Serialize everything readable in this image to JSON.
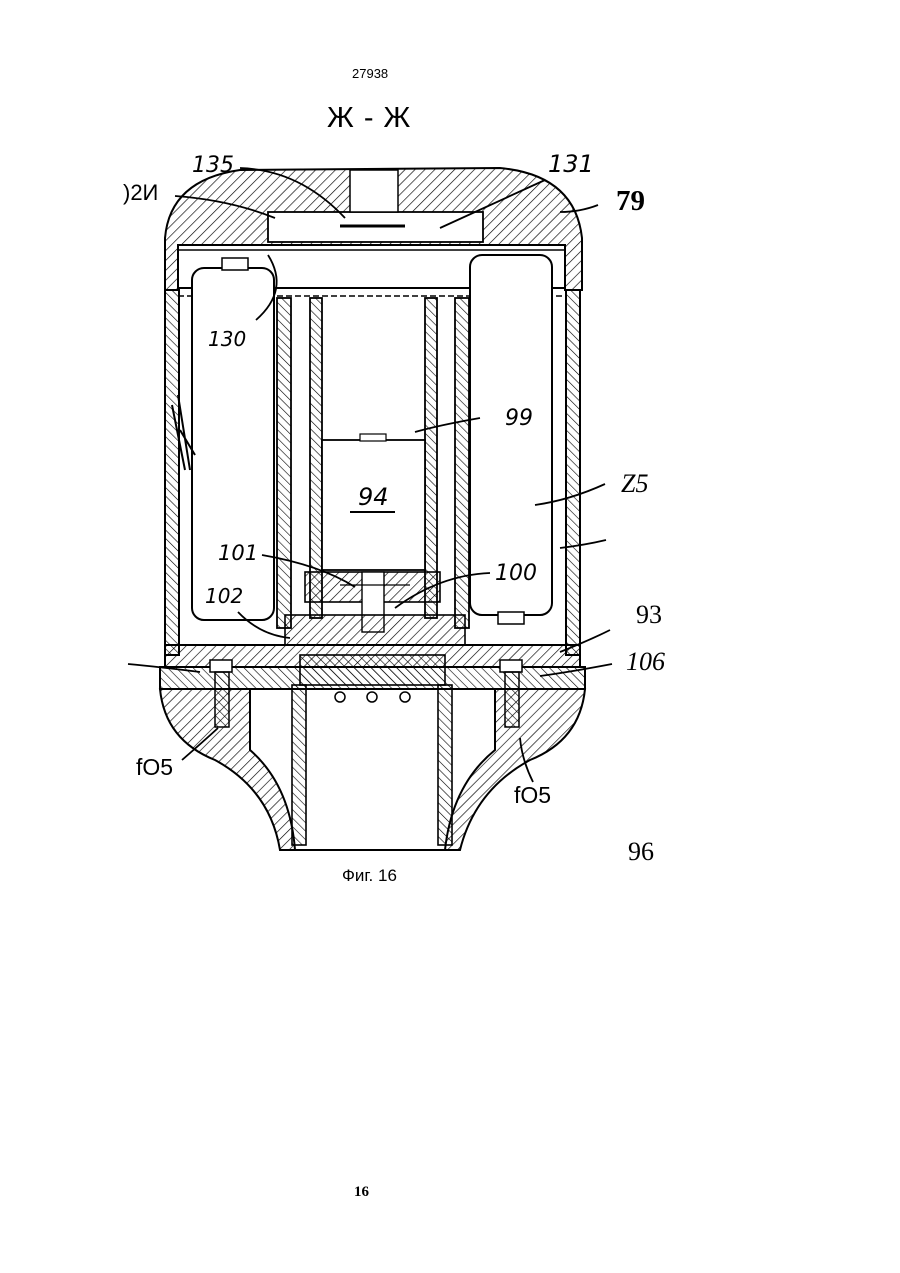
{
  "header": {
    "doc_number": "27938"
  },
  "section": {
    "title": "Ж - Ж"
  },
  "figure": {
    "caption": "Фиг. 16",
    "labels": {
      "l135": "135",
      "l131": "131",
      "l2i": ")2И",
      "l79": "79",
      "l130": "130",
      "l99": "99",
      "l94": "94",
      "lz5": "Z5",
      "l101": "101",
      "l100": "100",
      "l102": "102",
      "l93": "93",
      "l106": "106",
      "lf05a": "fO5",
      "lf05b": "fO5",
      "l96": "96",
      "stray": "I ["
    }
  },
  "footer": {
    "page_number": "16"
  }
}
